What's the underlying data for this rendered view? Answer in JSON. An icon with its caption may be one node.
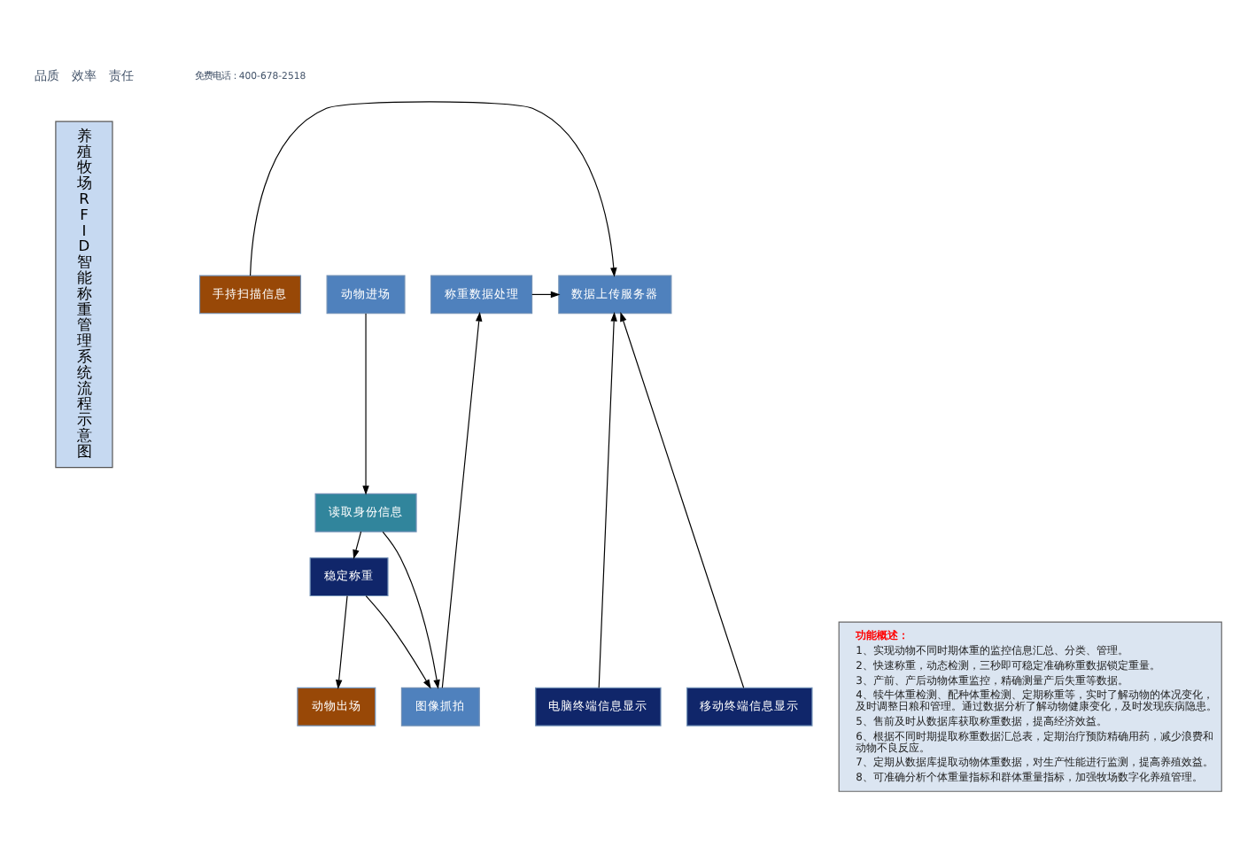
{
  "diagram": {
    "nodes": [
      {
        "text": [
          "养殖牧场RFID智能称重管理系统流程示意图"
        ]
      },
      {
        "text": [
          "动物进场"
        ]
      },
      {
        "text": [
          "读取身份信息"
        ]
      },
      {
        "text": [
          "稳定称重"
        ]
      },
      {
        "text": [
          "动物出场"
        ]
      },
      {
        "text": [
          "图像抓拍"
        ]
      },
      {
        "text": [
          "称重数据处理"
        ]
      },
      {
        "text": [
          "数据上传服务器"
        ]
      },
      {
        "text": [
          "手持扫描信息"
        ]
      },
      {
        "text": [
          "电脑终端信息显示"
        ]
      },
      {
        "text": [
          "移动终端信息显示"
        ]
      },
      {
        "text": [
          "功能概述：",
          "1、实现动物不同时期体重的监控信息汇总、分类、管理。",
          "2、快速称重，动态检测，三秒即可稳定准确称重数据锁定重量。",
          "3、产前、产后动物体重监控，精确测量产后失重等数据。",
          "4、犊牛体重检测、配种体重检测、定期称重等，实时了解动物的体况变化，及时调整日粮和管理。通过数据分析了解动物健康变化，及时发现疾病隐患。",
          "5、售前及时从数据库获取称重数据，提高经济效益。",
          "6、根据不同时期提取称重数据汇总表，定期治疗预防精确用药，减少浪费和动物不良反应。",
          "7、定期从数据库提取动物体重数据，对生产性能进行监测，提高养殖效益。",
          "8、可准确分析个体重量指标和群体重量指标，加强牧场数字化养殖管理。"
        ]
      }
    ],
    "edges": [
      {
        "from": 1,
        "to": 2,
        "arrow": "to"
      },
      {
        "from": 2,
        "to": 5,
        "arrow": "to"
      },
      {
        "from": 2,
        "to": 3,
        "arrow": "to"
      },
      {
        "from": 3,
        "to": 4,
        "arrow": "to"
      },
      {
        "from": 3,
        "to": 5,
        "arrow": "to"
      },
      {
        "from": 5,
        "to": 6,
        "arrow": "to"
      },
      {
        "from": 6,
        "to": 7,
        "arrow": "to"
      },
      {
        "from": 8,
        "to": 7,
        "arrow": "to"
      },
      {
        "from": 9,
        "to": 7,
        "arrow": "to"
      },
      {
        "from": 10,
        "to": 7,
        "arrow": "to"
      }
    ],
    "labels": [
      "品质　效率　责任",
      "免费电话：400-678-2518"
    ]
  }
}
